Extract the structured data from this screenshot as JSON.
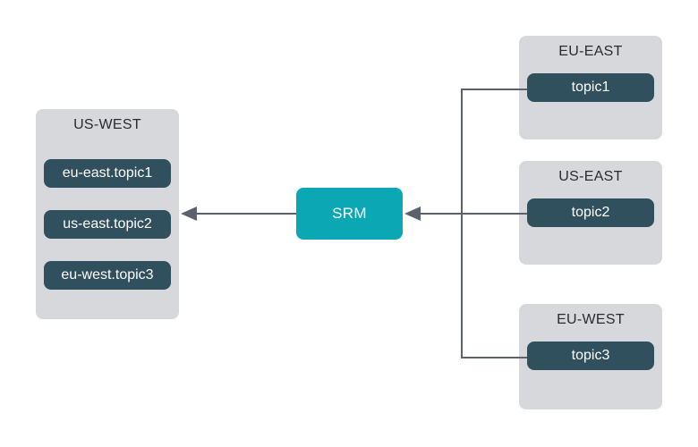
{
  "diagram": {
    "srm": {
      "label": "SRM"
    },
    "target_cluster": {
      "title": "US-WEST",
      "topics": [
        "eu-east.topic1",
        "us-east.topic2",
        "eu-west.topic3"
      ]
    },
    "source_clusters": [
      {
        "title": "EU-EAST",
        "topics": [
          "topic1"
        ]
      },
      {
        "title": "US-EAST",
        "topics": [
          "topic2"
        ]
      },
      {
        "title": "EU-WEST",
        "topics": [
          "topic3"
        ]
      }
    ],
    "colors": {
      "canvas_bg": "#ffffff",
      "cluster_bg": "#d6d8db",
      "topic_bg": "#31505e",
      "topic_text": "#ffffff",
      "srm_bg": "#0ba7b4",
      "srm_text": "#ffffff",
      "title_text": "#2a2a32",
      "connector": "#5a626b"
    }
  }
}
